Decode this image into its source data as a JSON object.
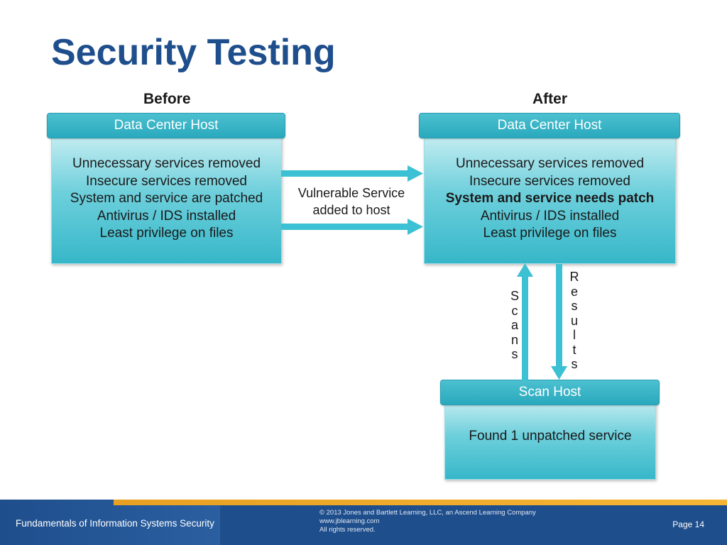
{
  "slide": {
    "title": "Security Testing"
  },
  "before": {
    "heading": "Before",
    "header": "Data Center Host",
    "lines": [
      "Unnecessary services removed",
      "Insecure services removed",
      "System and service are patched",
      "Antivirus / IDS installed",
      "Least privilege on files"
    ]
  },
  "after": {
    "heading": "After",
    "header": "Data Center Host",
    "lines": [
      "Unnecessary services removed",
      "Insecure services removed",
      "System and service needs patch",
      "Antivirus / IDS installed",
      "Least privilege on files"
    ]
  },
  "transition": {
    "line1": "Vulnerable Service",
    "line2": "added to host"
  },
  "scans_label": [
    "S",
    "c",
    "a",
    "n",
    "s"
  ],
  "results_label": [
    "R",
    "e",
    "s",
    "u",
    "l",
    "t",
    "s"
  ],
  "scan_host": {
    "header": "Scan Host",
    "result": "Found 1 unpatched service"
  },
  "footer": {
    "course": "Fundamentals of Information Systems Security",
    "copyright_line1": "© 2013 Jones and Bartlett Learning, LLC, an Ascend Learning Company",
    "copyright_line2": "www.jblearning.com",
    "copyright_line3": "All rights reserved.",
    "page": "Page 14"
  },
  "colors": {
    "title": "#1f4e8c",
    "box_header": "#2aa9bd",
    "arrow": "#3cc0d3",
    "footer": "#1f4e8c",
    "footer_stripe": "#f0a92a"
  }
}
